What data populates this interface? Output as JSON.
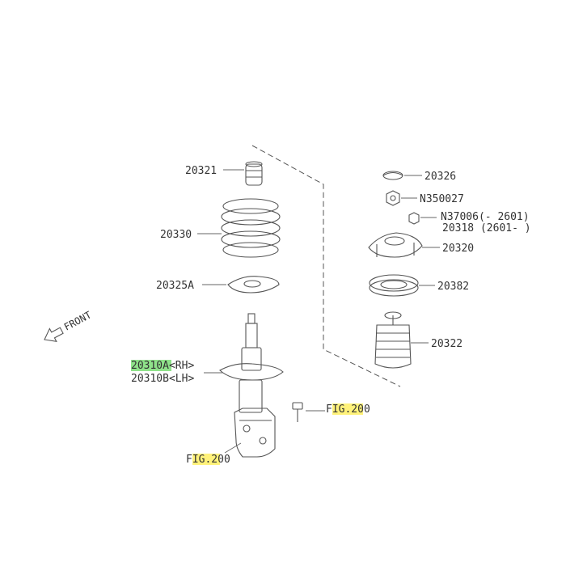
{
  "colors": {
    "highlight_green": "#8fe28a",
    "highlight_yellow": "#fff27a",
    "line": "#555555",
    "text": "#333333"
  },
  "labels": {
    "p20321": "20321",
    "p20330": "20330",
    "p20325a": "20325A",
    "p20310a": "20310A",
    "p20310a_rh": "<RH>",
    "p20310b": "20310B<LH>",
    "p20326": "20326",
    "n350027": "N350027",
    "n37006": "N37006(- 2601)",
    "p20318": "20318 (2601- )",
    "p20320": "20320",
    "p20382": "20382",
    "p20322": "20322",
    "fig_right_prefix": "F",
    "fig_right_ref": "IG.200",
    "fig_left_prefix": "F",
    "fig_left_ref": "IG.200",
    "front": "FRONT"
  },
  "icons": {
    "front_arrow": "front-arrow-icon"
  }
}
